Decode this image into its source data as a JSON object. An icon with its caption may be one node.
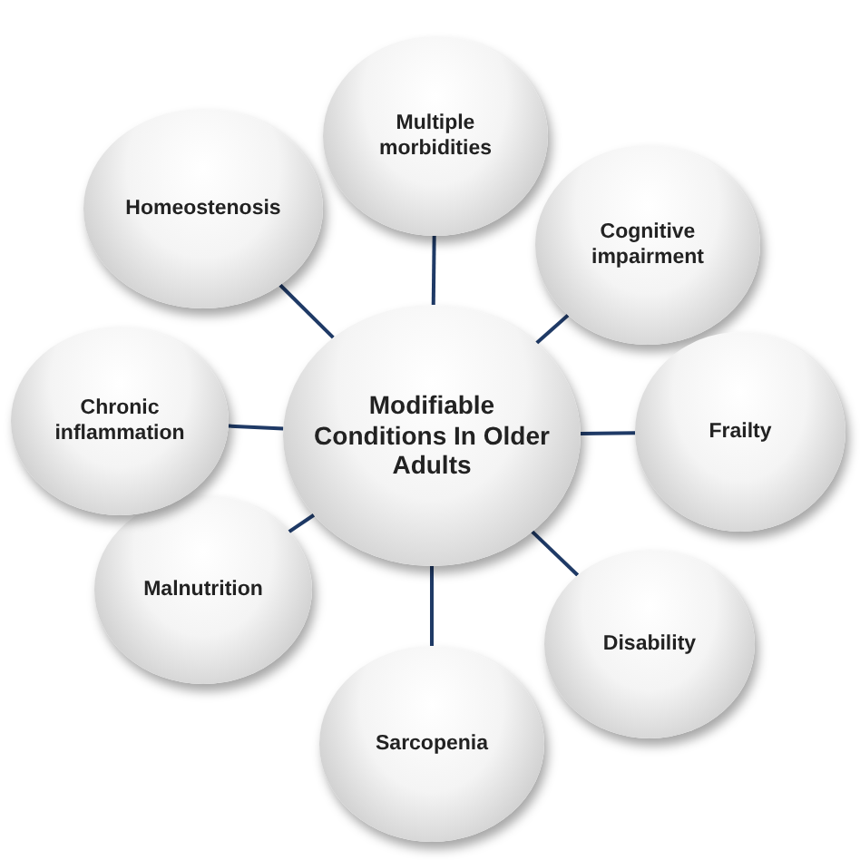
{
  "diagram": {
    "nodes": [
      {
        "text": [
          "Modifiable Conditions In Older Adults"
        ]
      },
      {
        "text": [
          "Multiple morbidities"
        ]
      },
      {
        "text": [
          "Cognitive impairment"
        ]
      },
      {
        "text": [
          "Frailty"
        ]
      },
      {
        "text": [
          "Disability"
        ]
      },
      {
        "text": [
          "Sarcopenia"
        ]
      },
      {
        "text": [
          "Malnutrition"
        ]
      },
      {
        "text": [
          "Chronic inflammation"
        ]
      },
      {
        "text": [
          "Homeostenosis"
        ]
      }
    ],
    "edges": [
      {
        "from": 0,
        "to": 1,
        "arrow": "none"
      },
      {
        "from": 0,
        "to": 2,
        "arrow": "none"
      },
      {
        "from": 0,
        "to": 3,
        "arrow": "none"
      },
      {
        "from": 0,
        "to": 4,
        "arrow": "none"
      },
      {
        "from": 0,
        "to": 5,
        "arrow": "none"
      },
      {
        "from": 0,
        "to": 6,
        "arrow": "none"
      },
      {
        "from": 0,
        "to": 7,
        "arrow": "none"
      },
      {
        "from": 0,
        "to": 8,
        "arrow": "none"
      }
    ]
  }
}
